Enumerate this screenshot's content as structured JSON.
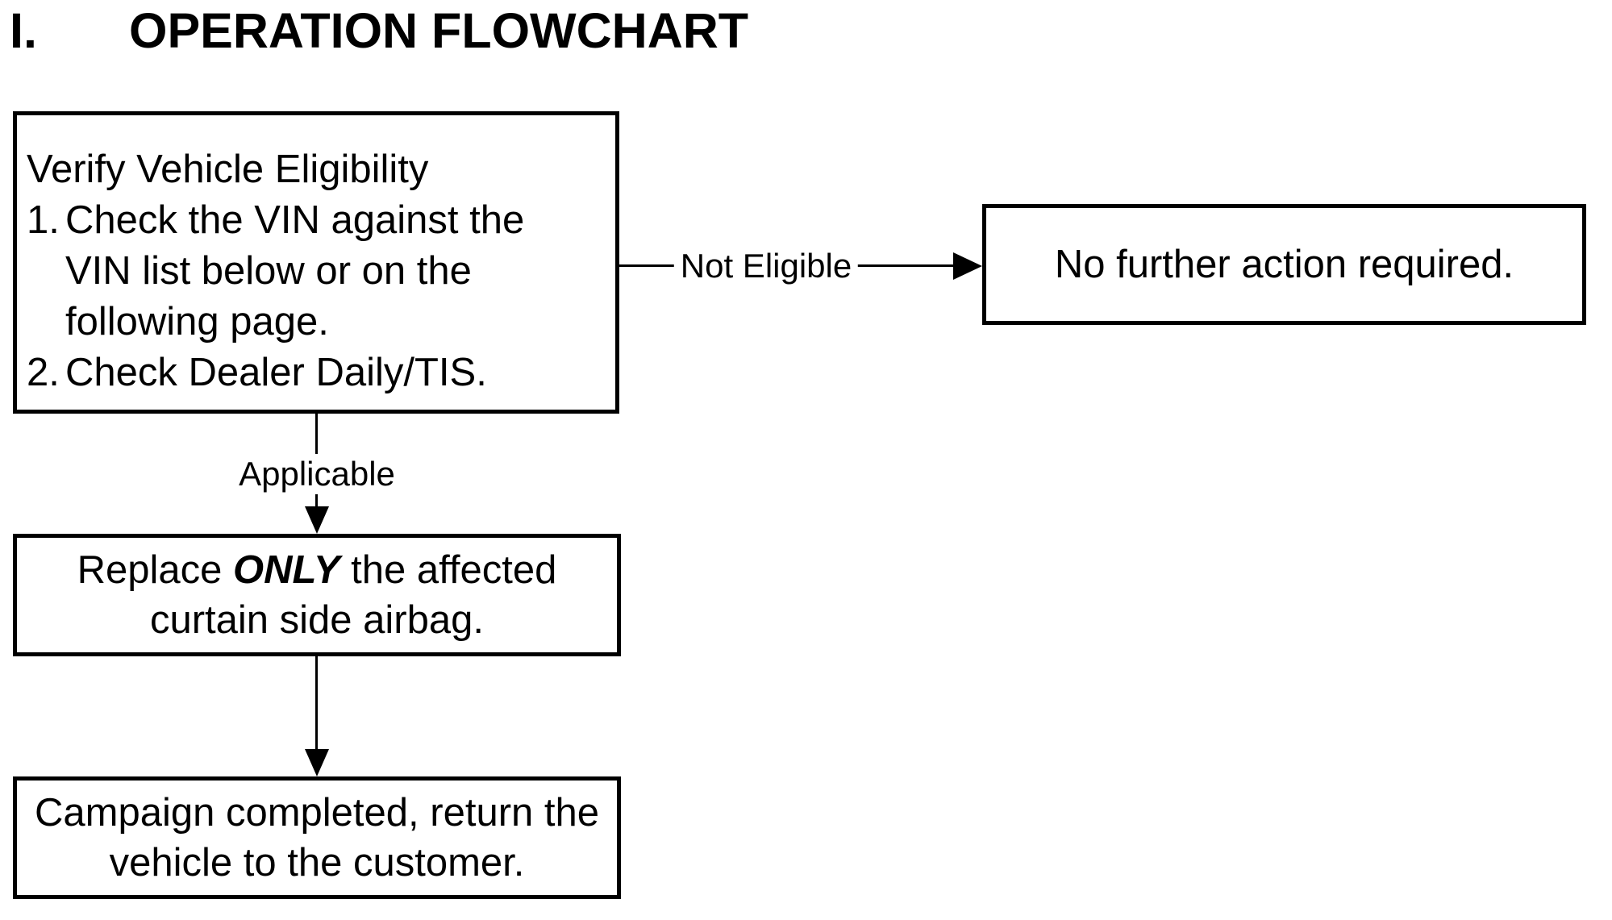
{
  "title": {
    "number": "I.",
    "text": "OPERATION FLOWCHART"
  },
  "boxes": {
    "verify": {
      "heading": "Verify Vehicle Eligibility",
      "step1_number": "1.",
      "step1_line1": "Check the VIN against the",
      "step1_line2": "VIN list below or on the",
      "step1_line3": "following page.",
      "step2_number": "2.",
      "step2_text": "Check Dealer Daily/TIS."
    },
    "no_action": {
      "text": "No further action required."
    },
    "replace": {
      "line1_pre": "Replace ",
      "line1_emphasis": "ONLY",
      "line1_post": " the affected",
      "line2": "curtain side airbag."
    },
    "complete": {
      "line1": "Campaign completed, return the",
      "line2": "vehicle to the customer."
    }
  },
  "connectors": {
    "not_eligible_label": "Not Eligible",
    "applicable_label": "Applicable"
  },
  "colors": {
    "ink": "#000000",
    "background": "#ffffff"
  }
}
